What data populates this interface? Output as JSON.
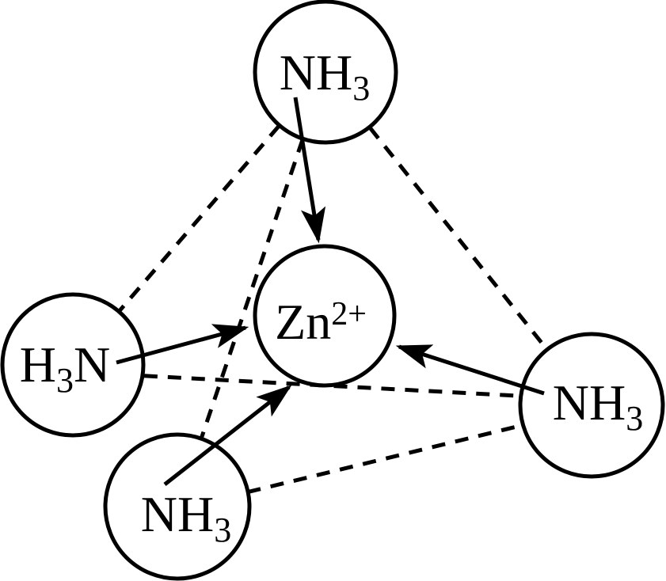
{
  "diagram": {
    "subject": "tetraamminezinc(II) coordination complex",
    "geometry": "tetrahedral",
    "colors": {
      "line": "#000000",
      "background": "#ffffff"
    }
  },
  "nodes": [
    {
      "id": "nh3-top",
      "kind": "ligand",
      "parts": [
        {
          "text": "NH"
        },
        {
          "text": "3",
          "style": "sub"
        }
      ]
    },
    {
      "id": "zn-center",
      "kind": "central-ion",
      "parts": [
        {
          "text": "Zn"
        },
        {
          "text": "2+",
          "style": "sup"
        }
      ]
    },
    {
      "id": "h3n-left",
      "kind": "ligand",
      "parts": [
        {
          "text": "H"
        },
        {
          "text": "3",
          "style": "sub"
        },
        {
          "text": "N",
          "style": "normal"
        }
      ]
    },
    {
      "id": "nh3-right",
      "kind": "ligand",
      "parts": [
        {
          "text": "NH"
        },
        {
          "text": "3",
          "style": "sub"
        }
      ]
    },
    {
      "id": "nh3-bottom",
      "kind": "ligand",
      "parts": [
        {
          "text": "NH"
        },
        {
          "text": "3",
          "style": "sub"
        }
      ]
    }
  ],
  "coordinate_bonds": [
    {
      "from": "nh3-top",
      "to": "zn-center"
    },
    {
      "from": "h3n-left",
      "to": "zn-center"
    },
    {
      "from": "nh3-bottom",
      "to": "zn-center"
    },
    {
      "from": "nh3-right",
      "to": "zn-center"
    }
  ],
  "dashed_edges": [
    {
      "from": "nh3-top",
      "to": "h3n-left"
    },
    {
      "from": "nh3-top",
      "to": "nh3-right"
    },
    {
      "from": "nh3-top",
      "to": "nh3-bottom"
    },
    {
      "from": "h3n-left",
      "to": "nh3-right"
    },
    {
      "from": "nh3-bottom",
      "to": "nh3-right"
    }
  ]
}
